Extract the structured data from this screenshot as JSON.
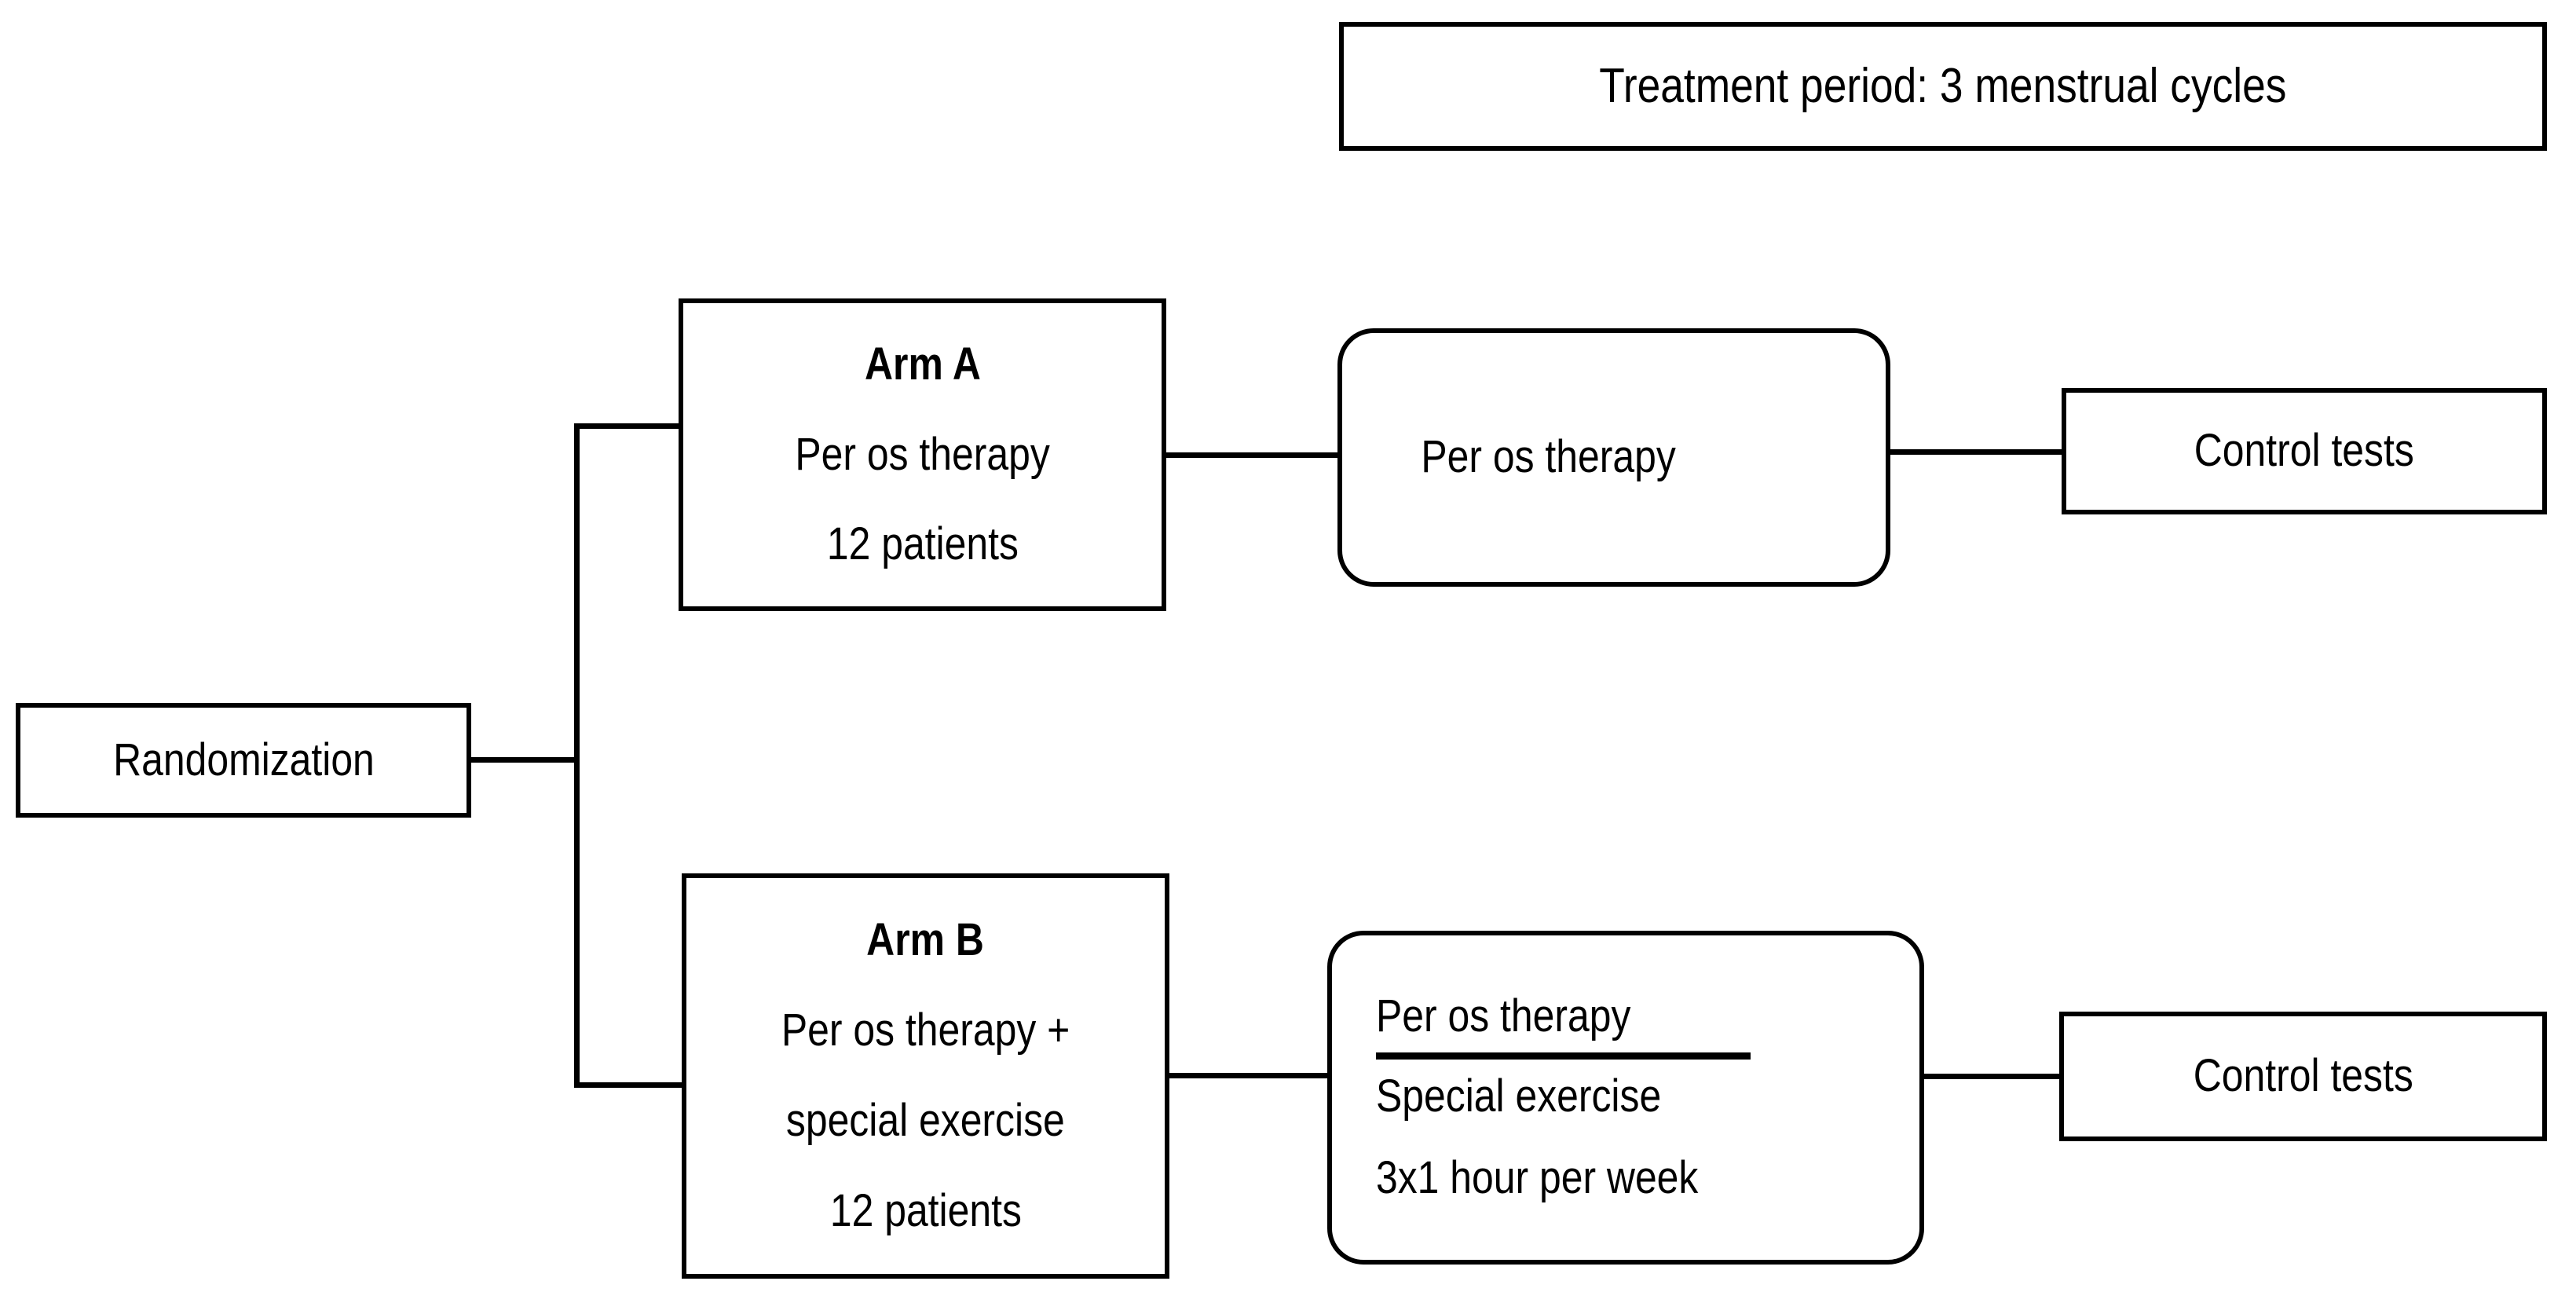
{
  "banner": {
    "text": "Treatment period: 3 menstrual cycles"
  },
  "start": {
    "label": "Randomization"
  },
  "arms": [
    {
      "id": "arm-a",
      "title": "Arm A",
      "line2": "Per os therapy",
      "line3": "12 patients",
      "treatment": {
        "line1": "Per os therapy"
      },
      "outcome": "Control tests"
    },
    {
      "id": "arm-b",
      "title": "Arm B",
      "line2": "Per os therapy +",
      "line3": "special exercise",
      "line4": "12 patients",
      "treatment": {
        "line1": "Per os therapy",
        "line2": "Special exercise",
        "line3": "3x1 hour per week"
      },
      "outcome": "Control tests"
    }
  ],
  "colors": {
    "stroke": "#000000",
    "background": "#ffffff",
    "text": "#000000"
  }
}
